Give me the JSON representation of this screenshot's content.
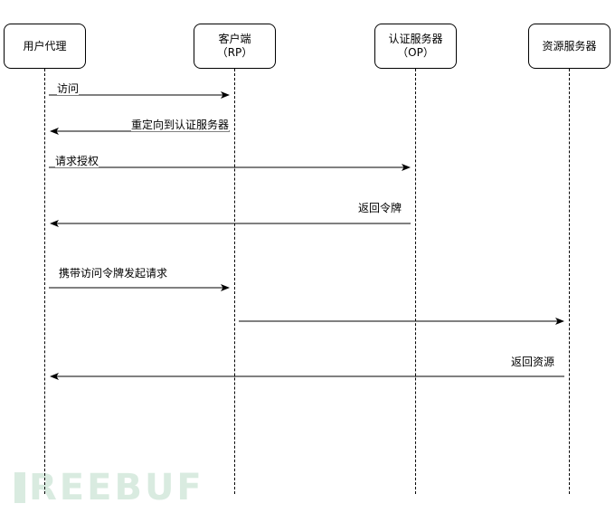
{
  "actors": {
    "user_agent": {
      "line1": "用户代理",
      "line2": ""
    },
    "client": {
      "line1": "客户端",
      "line2": "（RP）"
    },
    "auth_server": {
      "line1": "认证服务器",
      "line2": "（OP）"
    },
    "resource_server": {
      "line1": "资源服务器",
      "line2": ""
    }
  },
  "messages": {
    "m1": "访问",
    "m2": "重定向到认证服务器",
    "m3": "请求授权",
    "m4": "返回令牌",
    "m5": "携带访问令牌发起请求",
    "m6": "",
    "m7": "返回资源"
  },
  "watermark": "REEBUF"
}
